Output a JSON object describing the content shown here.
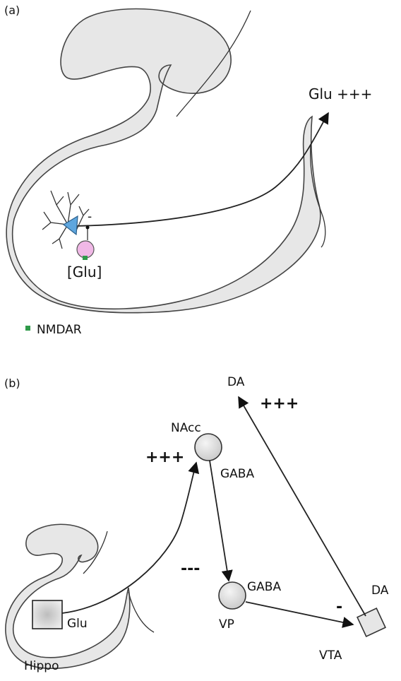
{
  "panel_a": {
    "label": "(a)",
    "output_label": "Glu +++",
    "inhibition_sign": "-",
    "glu_label": "[Glu]",
    "legend_label": "NMDAR"
  },
  "panel_b": {
    "label": "(b)",
    "da_top_label": "DA",
    "da_top_sign": "+++",
    "nacc_label": "NAcc",
    "nacc_gaba_label": "GABA",
    "hippo_sign": "+++",
    "vp_sign": "---",
    "vp_gaba_label": "GABA",
    "vp_label": "VP",
    "vta_sign": "-",
    "vta_da_label": "DA",
    "vta_label": "VTA",
    "glu_label": "Glu",
    "hippo_label": "Hippo"
  },
  "colors": {
    "region_fill": "#e7e7e7",
    "neuron_triangle": "#5ea6de",
    "interneuron": "#f0b8e6",
    "nmdar": "#2f9a4a",
    "node_fill": "#d8d8d8"
  }
}
